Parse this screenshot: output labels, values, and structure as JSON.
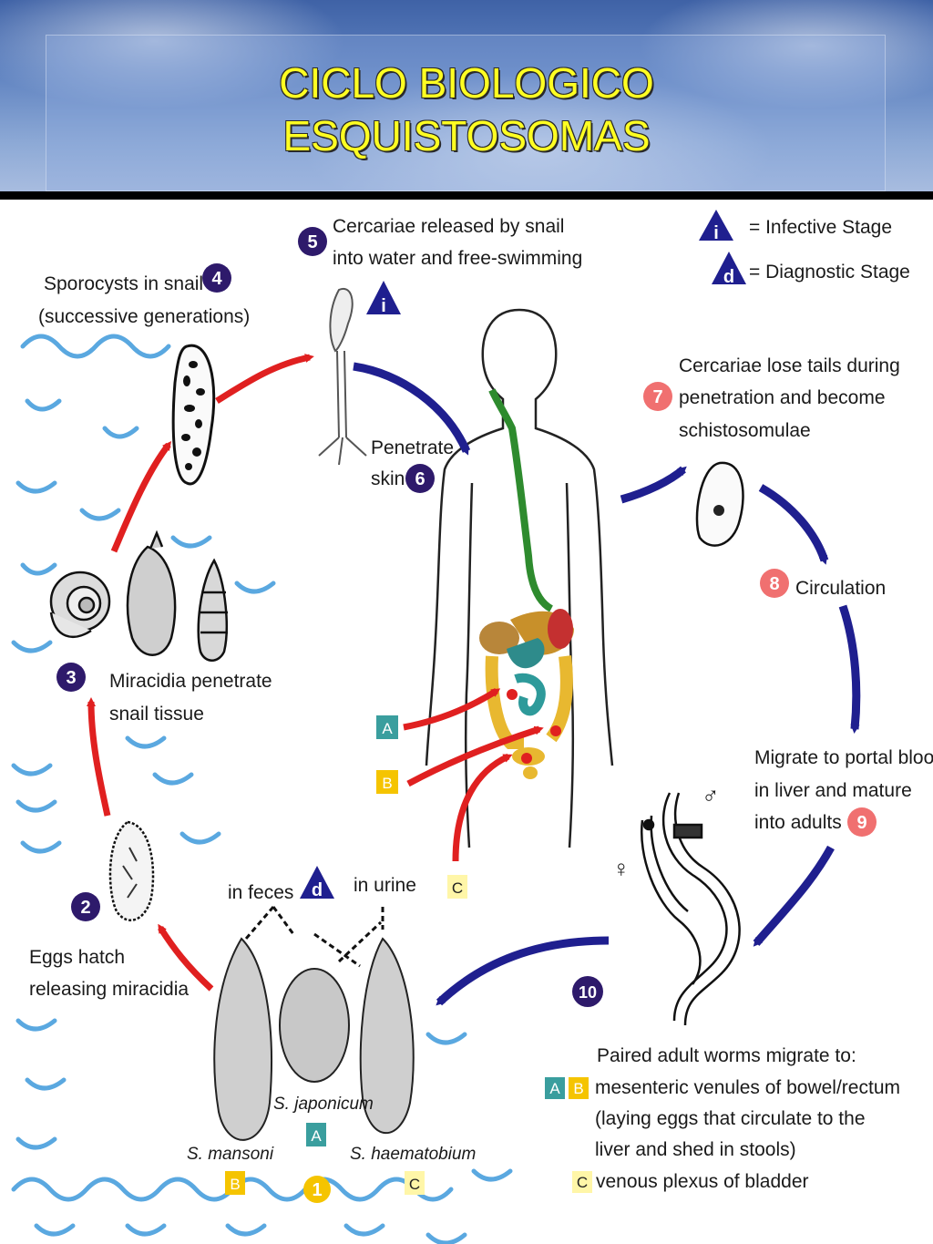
{
  "title": {
    "line1": "CICLO BIOLOGICO",
    "line2": "ESQUISTOSOMAS"
  },
  "legend": {
    "infective_symbol": "i",
    "infective_label": "= Infective Stage",
    "diagnostic_symbol": "d",
    "diagnostic_label": "= Diagnostic Stage"
  },
  "steps": {
    "s1": {
      "num": "1"
    },
    "s2": {
      "num": "2",
      "line1": "Eggs hatch",
      "line2": "releasing miracidia"
    },
    "s3": {
      "num": "3",
      "line1": "Miracidia penetrate",
      "line2": "snail tissue"
    },
    "s4": {
      "num": "4",
      "line1": "Sporocysts in snail",
      "line2": "(successive generations)"
    },
    "s5": {
      "num": "5",
      "line1": "Cercariae released by snail",
      "line2": "into water and free-swimming"
    },
    "s6": {
      "num": "6",
      "line1": "Penetrate",
      "line2": "skin"
    },
    "s7": {
      "num": "7",
      "line1": "Cercariae lose tails during",
      "line2": "penetration and become",
      "line3": "schistosomulae"
    },
    "s8": {
      "num": "8",
      "line1": "Circulation"
    },
    "s9": {
      "num": "9",
      "line1": "Migrate to portal blood",
      "line2": "in liver and mature",
      "line3": "into adults"
    },
    "s10": {
      "num": "10",
      "line1": "Paired adult worms migrate to:",
      "line2": "mesenteric venules of bowel/rectum",
      "line3": "(laying eggs that circulate to the",
      "line4": "liver and shed in stools)",
      "line5": "venous plexus of bladder"
    }
  },
  "eggs": {
    "in_feces": "in feces",
    "in_urine": "in urine",
    "mansoni": "S. mansoni",
    "japonicum": "S. japonicum",
    "haematobium": "S. haematobium"
  },
  "boxes": {
    "a": "A",
    "b": "B",
    "c": "C"
  },
  "symbols": {
    "male": "♂",
    "female": "♀"
  },
  "colors": {
    "dark_arrow": "#1f1f8f",
    "red_arrow": "#e02020",
    "num_dark": "#2e1a6b",
    "num_pink": "#f07070",
    "num_yellow": "#f5c400",
    "box_teal": "#3a9e9e",
    "box_amber": "#f5c400",
    "box_pale": "#fff6a8",
    "title_yellow": "#ffff22",
    "water": "#5aa8e0"
  }
}
